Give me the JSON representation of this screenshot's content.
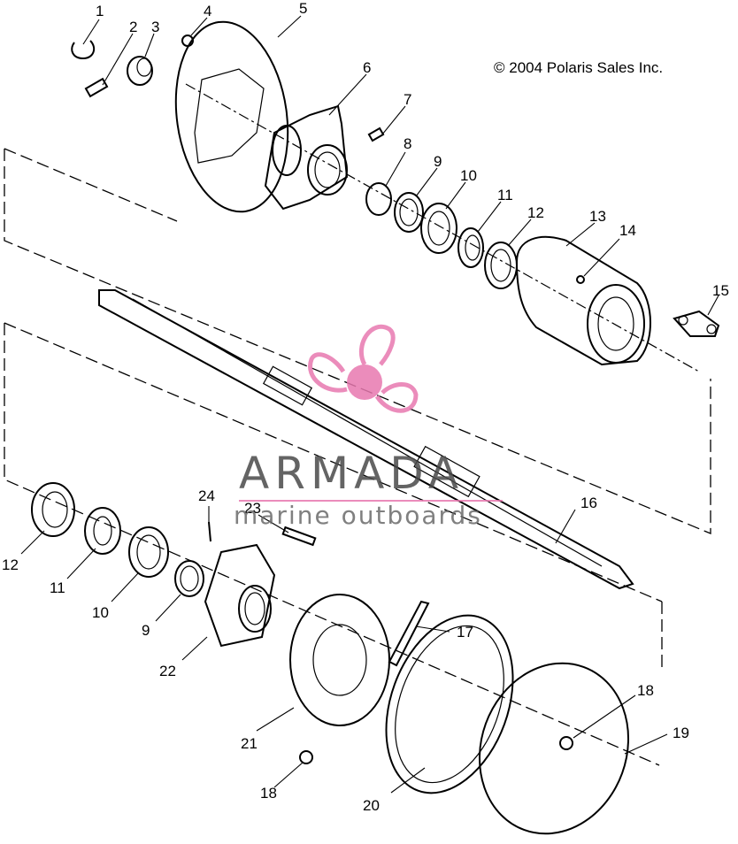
{
  "copyright": "© 2004 Polaris Sales Inc.",
  "watermark": {
    "title": "ARMADA",
    "subtitle": "marine outboards",
    "color": "#e879b0"
  },
  "callouts": [
    "1",
    "2",
    "3",
    "4",
    "5",
    "6",
    "7",
    "8",
    "9",
    "10",
    "11",
    "12",
    "13",
    "14",
    "15",
    "16",
    "17",
    "18",
    "19",
    "20",
    "21",
    "22",
    "23",
    "24"
  ],
  "lower_callouts": [
    "12",
    "11",
    "10",
    "9",
    "22",
    "18",
    "24",
    "23"
  ]
}
